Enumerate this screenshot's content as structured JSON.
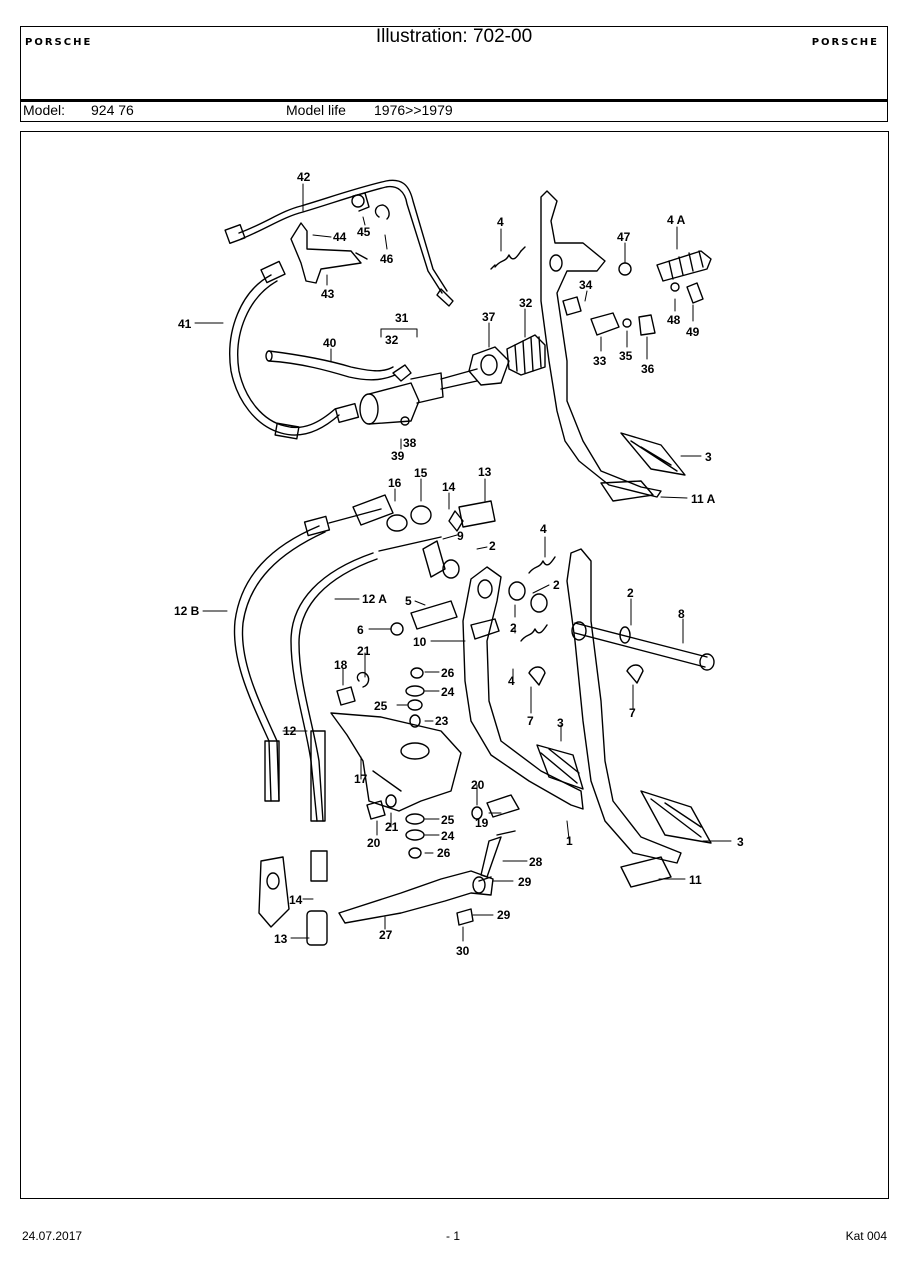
{
  "header": {
    "brand": "PORSCHE",
    "title": "Illustration: 702-00",
    "model_label": "Model:",
    "model_value": "924 76",
    "model_life_label": "Model life",
    "model_life_value": "1976>>1979"
  },
  "callouts": [
    {
      "id": "42",
      "text": "42"
    },
    {
      "id": "44",
      "text": "44"
    },
    {
      "id": "45",
      "text": "45"
    },
    {
      "id": "46",
      "text": "46"
    },
    {
      "id": "43",
      "text": "43"
    },
    {
      "id": "41",
      "text": "41"
    },
    {
      "id": "40",
      "text": "40"
    },
    {
      "id": "31",
      "text": "31"
    },
    {
      "id": "32a",
      "text": "32"
    },
    {
      "id": "37",
      "text": "37"
    },
    {
      "id": "32b",
      "text": "32"
    },
    {
      "id": "38",
      "text": "38"
    },
    {
      "id": "39",
      "text": "39"
    },
    {
      "id": "4a",
      "text": "4"
    },
    {
      "id": "47",
      "text": "47"
    },
    {
      "id": "4A",
      "text": "4 A"
    },
    {
      "id": "34",
      "text": "34"
    },
    {
      "id": "48",
      "text": "48"
    },
    {
      "id": "49",
      "text": "49"
    },
    {
      "id": "33",
      "text": "33"
    },
    {
      "id": "35",
      "text": "35"
    },
    {
      "id": "36",
      "text": "36"
    },
    {
      "id": "3a",
      "text": "3"
    },
    {
      "id": "11A",
      "text": "11 A"
    },
    {
      "id": "16",
      "text": "16"
    },
    {
      "id": "15",
      "text": "15"
    },
    {
      "id": "14a",
      "text": "14"
    },
    {
      "id": "13a",
      "text": "13"
    },
    {
      "id": "9",
      "text": "9"
    },
    {
      "id": "2a",
      "text": "2"
    },
    {
      "id": "4b",
      "text": "4"
    },
    {
      "id": "2b",
      "text": "2"
    },
    {
      "id": "2c",
      "text": "2"
    },
    {
      "id": "8",
      "text": "8"
    },
    {
      "id": "12B",
      "text": "12 B"
    },
    {
      "id": "12A",
      "text": "12 A"
    },
    {
      "id": "5",
      "text": "5"
    },
    {
      "id": "6",
      "text": "6"
    },
    {
      "id": "10",
      "text": "10"
    },
    {
      "id": "2d",
      "text": "2"
    },
    {
      "id": "4c",
      "text": "4"
    },
    {
      "id": "7a",
      "text": "7"
    },
    {
      "id": "7b",
      "text": "7"
    },
    {
      "id": "21a",
      "text": "21"
    },
    {
      "id": "18",
      "text": "18"
    },
    {
      "id": "26a",
      "text": "26"
    },
    {
      "id": "24a",
      "text": "24"
    },
    {
      "id": "25a",
      "text": "25"
    },
    {
      "id": "23",
      "text": "23"
    },
    {
      "id": "12",
      "text": "12"
    },
    {
      "id": "3b",
      "text": "3"
    },
    {
      "id": "17",
      "text": "17"
    },
    {
      "id": "20a",
      "text": "20"
    },
    {
      "id": "19",
      "text": "19"
    },
    {
      "id": "25b",
      "text": "25"
    },
    {
      "id": "21b",
      "text": "21"
    },
    {
      "id": "24b",
      "text": "24"
    },
    {
      "id": "20b",
      "text": "20"
    },
    {
      "id": "26b",
      "text": "26"
    },
    {
      "id": "1",
      "text": "1"
    },
    {
      "id": "3c",
      "text": "3"
    },
    {
      "id": "28",
      "text": "28"
    },
    {
      "id": "29a",
      "text": "29"
    },
    {
      "id": "11",
      "text": "11"
    },
    {
      "id": "14b",
      "text": "14"
    },
    {
      "id": "27",
      "text": "27"
    },
    {
      "id": "29b",
      "text": "29"
    },
    {
      "id": "13b",
      "text": "13"
    },
    {
      "id": "30",
      "text": "30"
    }
  ],
  "footer": {
    "date": "24.07.2017",
    "page": "- 1",
    "catalog": "Kat 004"
  }
}
